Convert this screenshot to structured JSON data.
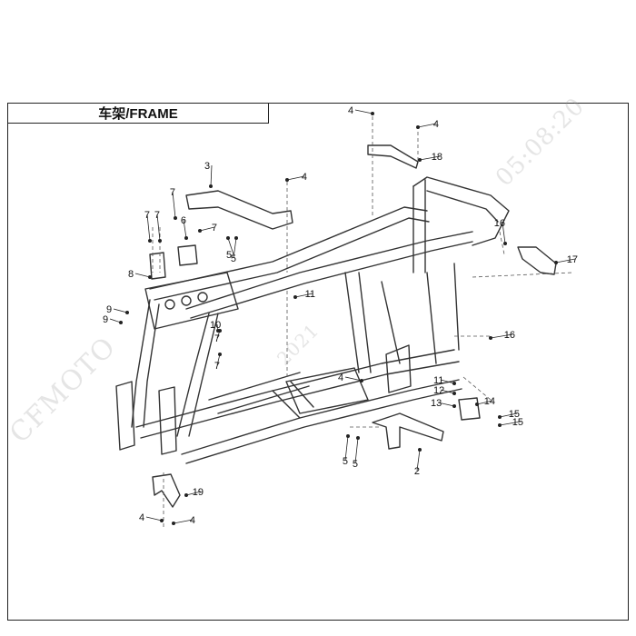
{
  "diagram": {
    "title": "车架/FRAME",
    "watermark_brand": "CFMOTO",
    "watermark_time": "05:08:20",
    "watermark_year": "2021",
    "callouts": [
      {
        "id": "c1",
        "label": "4"
      },
      {
        "id": "c2",
        "label": "4"
      },
      {
        "id": "c3",
        "label": "18"
      },
      {
        "id": "c4",
        "label": "3"
      },
      {
        "id": "c5",
        "label": "4"
      },
      {
        "id": "c6",
        "label": "7"
      },
      {
        "id": "c7",
        "label": "7"
      },
      {
        "id": "c8",
        "label": "7"
      },
      {
        "id": "c9",
        "label": "6"
      },
      {
        "id": "c10",
        "label": "7"
      },
      {
        "id": "c11",
        "label": "5"
      },
      {
        "id": "c12",
        "label": "5"
      },
      {
        "id": "c13",
        "label": "8"
      },
      {
        "id": "c14",
        "label": "16"
      },
      {
        "id": "c15",
        "label": "17"
      },
      {
        "id": "c16",
        "label": "11"
      },
      {
        "id": "c17",
        "label": "9"
      },
      {
        "id": "c18",
        "label": "9"
      },
      {
        "id": "c19",
        "label": "10"
      },
      {
        "id": "c20",
        "label": "7"
      },
      {
        "id": "c21",
        "label": "7"
      },
      {
        "id": "c22",
        "label": "16"
      },
      {
        "id": "c23",
        "label": "4"
      },
      {
        "id": "c24",
        "label": "11"
      },
      {
        "id": "c25",
        "label": "12"
      },
      {
        "id": "c26",
        "label": "13"
      },
      {
        "id": "c27",
        "label": "14"
      },
      {
        "id": "c28",
        "label": "15"
      },
      {
        "id": "c29",
        "label": "15"
      },
      {
        "id": "c30",
        "label": "5"
      },
      {
        "id": "c31",
        "label": "5"
      },
      {
        "id": "c32",
        "label": "2"
      },
      {
        "id": "c33",
        "label": "19"
      },
      {
        "id": "c34",
        "label": "4"
      },
      {
        "id": "c35",
        "label": "4"
      }
    ]
  }
}
